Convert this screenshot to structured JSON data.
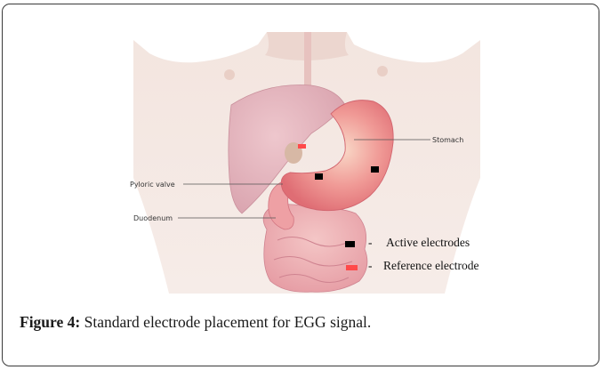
{
  "figure": {
    "labels": {
      "stomach": "Stomach",
      "pyloric_valve": "Pyloric valve",
      "duodenum": "Duodenum"
    },
    "legend": {
      "dash": "-",
      "active": "Active electrodes",
      "reference": "Reference electrode",
      "active_color": "#000000",
      "reference_color": "#ff4a4a"
    },
    "caption": {
      "label": "Figure 4:",
      "text": "Standard electrode placement for EGG signal."
    }
  }
}
